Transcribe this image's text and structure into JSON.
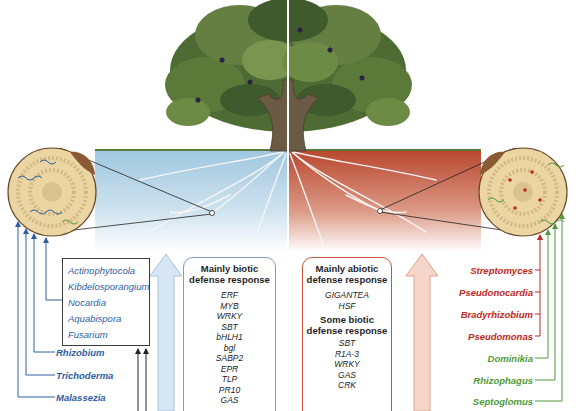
{
  "diagram": {
    "nodes": [
      {
        "text": [
          "Actinophytocola",
          "Kibdelosporangium",
          "Nocardia",
          "Aquabispora",
          "Fusarium"
        ]
      },
      {
        "text": [
          "Mainly biotic defense response",
          "ERF",
          "MYB",
          "WRKY",
          "SBT",
          "bHLH1",
          "bgl",
          "SABP2",
          "EPR",
          "TLP",
          "PR10",
          "GAS"
        ]
      },
      {
        "text": [
          "Mainly abiotic defense response",
          "GIGANTEA",
          "HSF",
          "Some biotic defense response",
          "SBT",
          "R1A-3",
          "WRKY",
          "GAS",
          "CRK"
        ]
      }
    ],
    "labels": [
      "Rhizobium",
      "Trichoderma",
      "Malassezia",
      "Streptomyces",
      "Pseudonocardia",
      "Bradyrhizobium",
      "Pseudomonas",
      "Dominikia",
      "Rhizophagus",
      "Septoglomus"
    ]
  }
}
